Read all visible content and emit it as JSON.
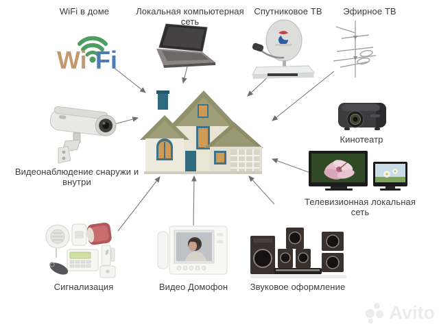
{
  "diagram": {
    "description": "Smart home hub diagram: central house connected by arrows to home-technology services",
    "center_node": {
      "id": "house",
      "icon": "house-icon"
    },
    "nodes": [
      {
        "id": "wifi",
        "label": "WiFi в доме",
        "icon": "wifi-logo-icon"
      },
      {
        "id": "lan",
        "label": "Локальная компьютерная сеть",
        "icon": "laptop-icon"
      },
      {
        "id": "satellite-tv",
        "label": "Спутниковое ТВ",
        "icon": "satellite-dish-icon"
      },
      {
        "id": "terrestrial-tv",
        "label": "Эфирное ТВ",
        "icon": "tv-antenna-icon"
      },
      {
        "id": "cctv",
        "label": "Видеонаблюдение снаружи и внутри",
        "icon": "security-camera-icon"
      },
      {
        "id": "cinema",
        "label": "Кинотеатр",
        "icon": "projector-icon"
      },
      {
        "id": "tv-network",
        "label": "Телевизионная локальная сеть",
        "icon": "tv-sets-icon"
      },
      {
        "id": "alarm",
        "label": "Сигнализация",
        "icon": "alarm-kit-icon"
      },
      {
        "id": "intercom",
        "label": "Видео Домофон",
        "icon": "video-intercom-icon"
      },
      {
        "id": "sound",
        "label": "Звуковое оформление",
        "icon": "speakers-icon"
      }
    ],
    "wifi_logo": {
      "wi": "Wi",
      "fi": "Fi"
    },
    "watermark": "Avito",
    "colors": {
      "arrow": "#6e6e6e",
      "label_text": "#3b3b3b",
      "roof_olive": "#9a9873",
      "wall_cream": "#eeeadb",
      "house_blue": "#3d7389",
      "wifi_green": "#4f9c63",
      "wifi_tan": "#c49a6c",
      "wifi_blue": "#4a7cb8",
      "alarm_red": "#b3575a",
      "speaker_brown": "#38302b",
      "watermark_gray": "#ececec"
    }
  }
}
